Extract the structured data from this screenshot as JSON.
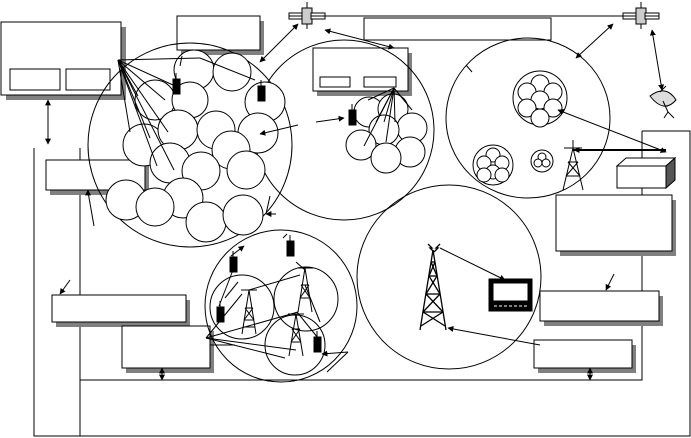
{
  "diagram": {
    "kind": "wireless network architecture sketch",
    "colors": {
      "stroke": "#000000",
      "shadow": "#808080",
      "fill": "#ffffff"
    },
    "icons": [
      "satellite-icon",
      "satellite-icon",
      "satellite-dish-icon",
      "mobile-phone-icon",
      "cell-tower-icon",
      "radio-tower-icon",
      "television-icon",
      "server-icon"
    ],
    "boxes": [
      {
        "id": "box-top-left-unit",
        "text": ""
      },
      {
        "id": "box-top-left-sub-a",
        "text": ""
      },
      {
        "id": "box-top-left-sub-b",
        "text": ""
      },
      {
        "id": "box-top-center",
        "text": ""
      },
      {
        "id": "box-top-right-long",
        "text": ""
      },
      {
        "id": "box-mid-left",
        "text": ""
      },
      {
        "id": "box-center-unit",
        "text": ""
      },
      {
        "id": "box-right-large",
        "text": ""
      },
      {
        "id": "box-left-lower",
        "text": ""
      },
      {
        "id": "box-bottom-center",
        "text": ""
      },
      {
        "id": "box-right-lower",
        "text": ""
      },
      {
        "id": "box-bottom-right",
        "text": ""
      }
    ]
  }
}
